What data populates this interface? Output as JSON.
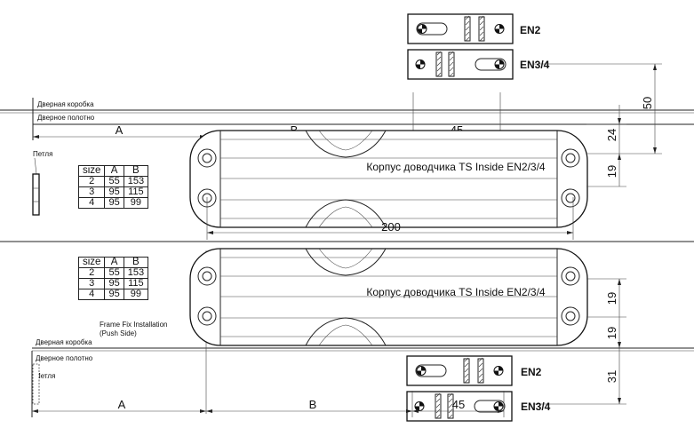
{
  "top": {
    "label_frame": "Дверная коробка",
    "label_door": "Дверное полотно",
    "label_hinge": "Петля",
    "dim_a": "A",
    "dim_b": "B",
    "dim_45": "45",
    "dim_200": "200",
    "dim_50": "50",
    "dim_24": "24",
    "dim_19": "19",
    "body_label": "Корпус доводчика TS Inside EN2/3/4",
    "en2": "EN2",
    "en34": "EN3/4"
  },
  "bottom": {
    "install_line1": "Frame Fix Installation",
    "install_line2": "(Push Side)",
    "label_frame": "Дверная коробка",
    "label_door": "Дверное полотно",
    "label_hinge": "Петля",
    "dim_a": "A",
    "dim_b": "B",
    "dim_45": "45",
    "dim_19a": "19",
    "dim_19b": "19",
    "dim_31": "31",
    "body_label": "Корпус доводчика TS Inside EN2/3/4",
    "en2": "EN2",
    "en34": "EN3/4"
  },
  "size_table": {
    "headers": [
      "size",
      "A",
      "B"
    ],
    "rows": [
      [
        "2",
        "55",
        "153"
      ],
      [
        "3",
        "95",
        "115"
      ],
      [
        "4",
        "95",
        "99"
      ]
    ]
  }
}
